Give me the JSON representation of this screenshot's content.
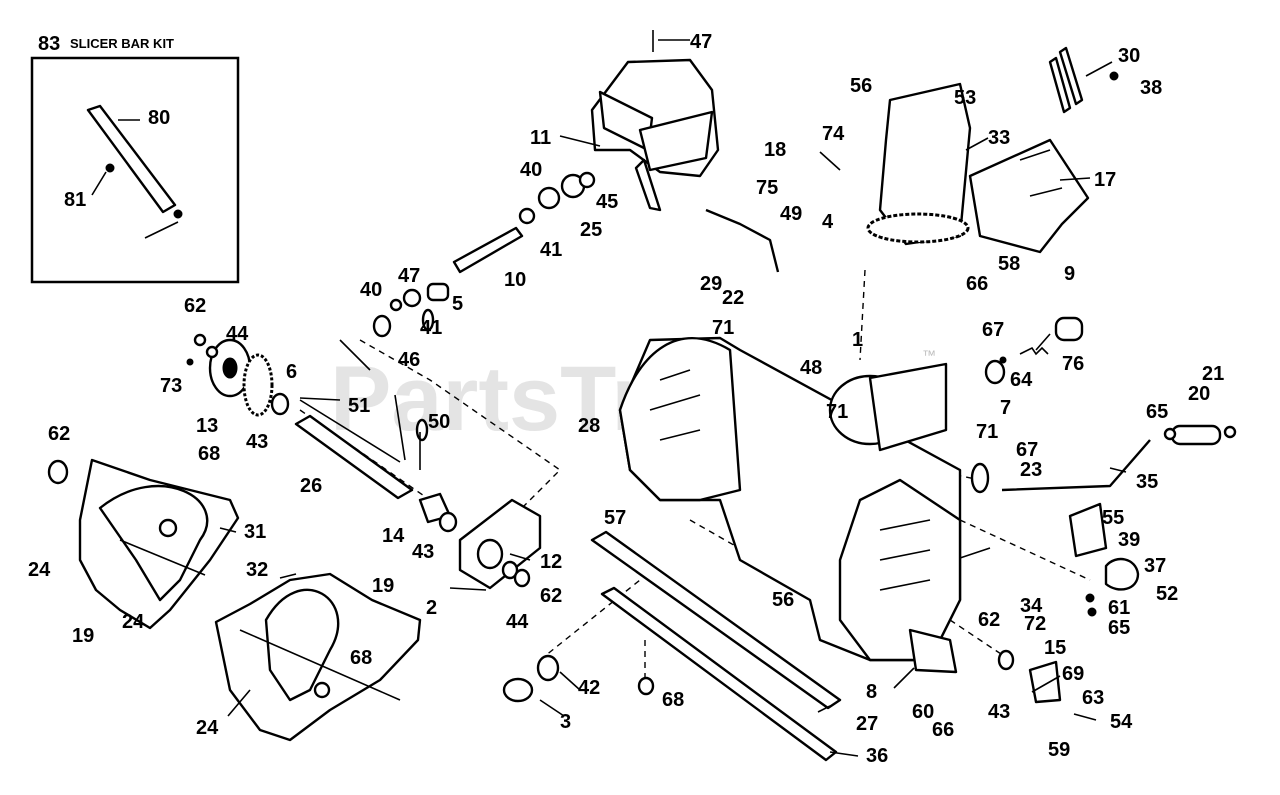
{
  "watermark": {
    "text": "PartsTree",
    "trademark": "™"
  },
  "kit": {
    "number": "83",
    "title": "SLICER BAR KIT"
  },
  "callouts": {
    "p1": "1",
    "p2": "2",
    "p3": "3",
    "p4": "4",
    "p5": "5",
    "p6": "6",
    "p7": "7",
    "p8": "8",
    "p9": "9",
    "p10": "10",
    "p11": "11",
    "p12": "12",
    "p13": "13",
    "p14": "14",
    "p15": "15",
    "p17": "17",
    "p18": "18",
    "p19a": "19",
    "p19b": "19",
    "p20": "20",
    "p21": "21",
    "p22": "22",
    "p23": "23",
    "p24a": "24",
    "p24b": "24",
    "p24c": "24",
    "p25": "25",
    "p26": "26",
    "p27": "27",
    "p28": "28",
    "p29": "29",
    "p30": "30",
    "p31": "31",
    "p32": "32",
    "p33": "33",
    "p34": "34",
    "p35": "35",
    "p36": "36",
    "p37": "37",
    "p38": "38",
    "p39": "39",
    "p40a": "40",
    "p40b": "40",
    "p41a": "41",
    "p41b": "41",
    "p42": "42",
    "p43a": "43",
    "p43b": "43",
    "p43c": "43",
    "p44a": "44",
    "p44b": "44",
    "p45": "45",
    "p46": "46",
    "p47a": "47",
    "p47b": "47",
    "p48": "48",
    "p49": "49",
    "p50": "50",
    "p51": "51",
    "p52": "52",
    "p53": "53",
    "p54": "54",
    "p55": "55",
    "p56a": "56",
    "p56b": "56",
    "p57": "57",
    "p58": "58",
    "p59": "59",
    "p60": "60",
    "p61": "61",
    "p62a": "62",
    "p62b": "62",
    "p62c": "62",
    "p62d": "62",
    "p63": "63",
    "p64": "64",
    "p65a": "65",
    "p65b": "65",
    "p66a": "66",
    "p66b": "66",
    "p67a": "67",
    "p67b": "67",
    "p68a": "68",
    "p68b": "68",
    "p68c": "68",
    "p69": "69",
    "p71a": "71",
    "p71b": "71",
    "p71c": "71",
    "p72": "72",
    "p73": "73",
    "p74": "74",
    "p75": "75",
    "p76": "76",
    "p80": "80",
    "p81": "81"
  }
}
